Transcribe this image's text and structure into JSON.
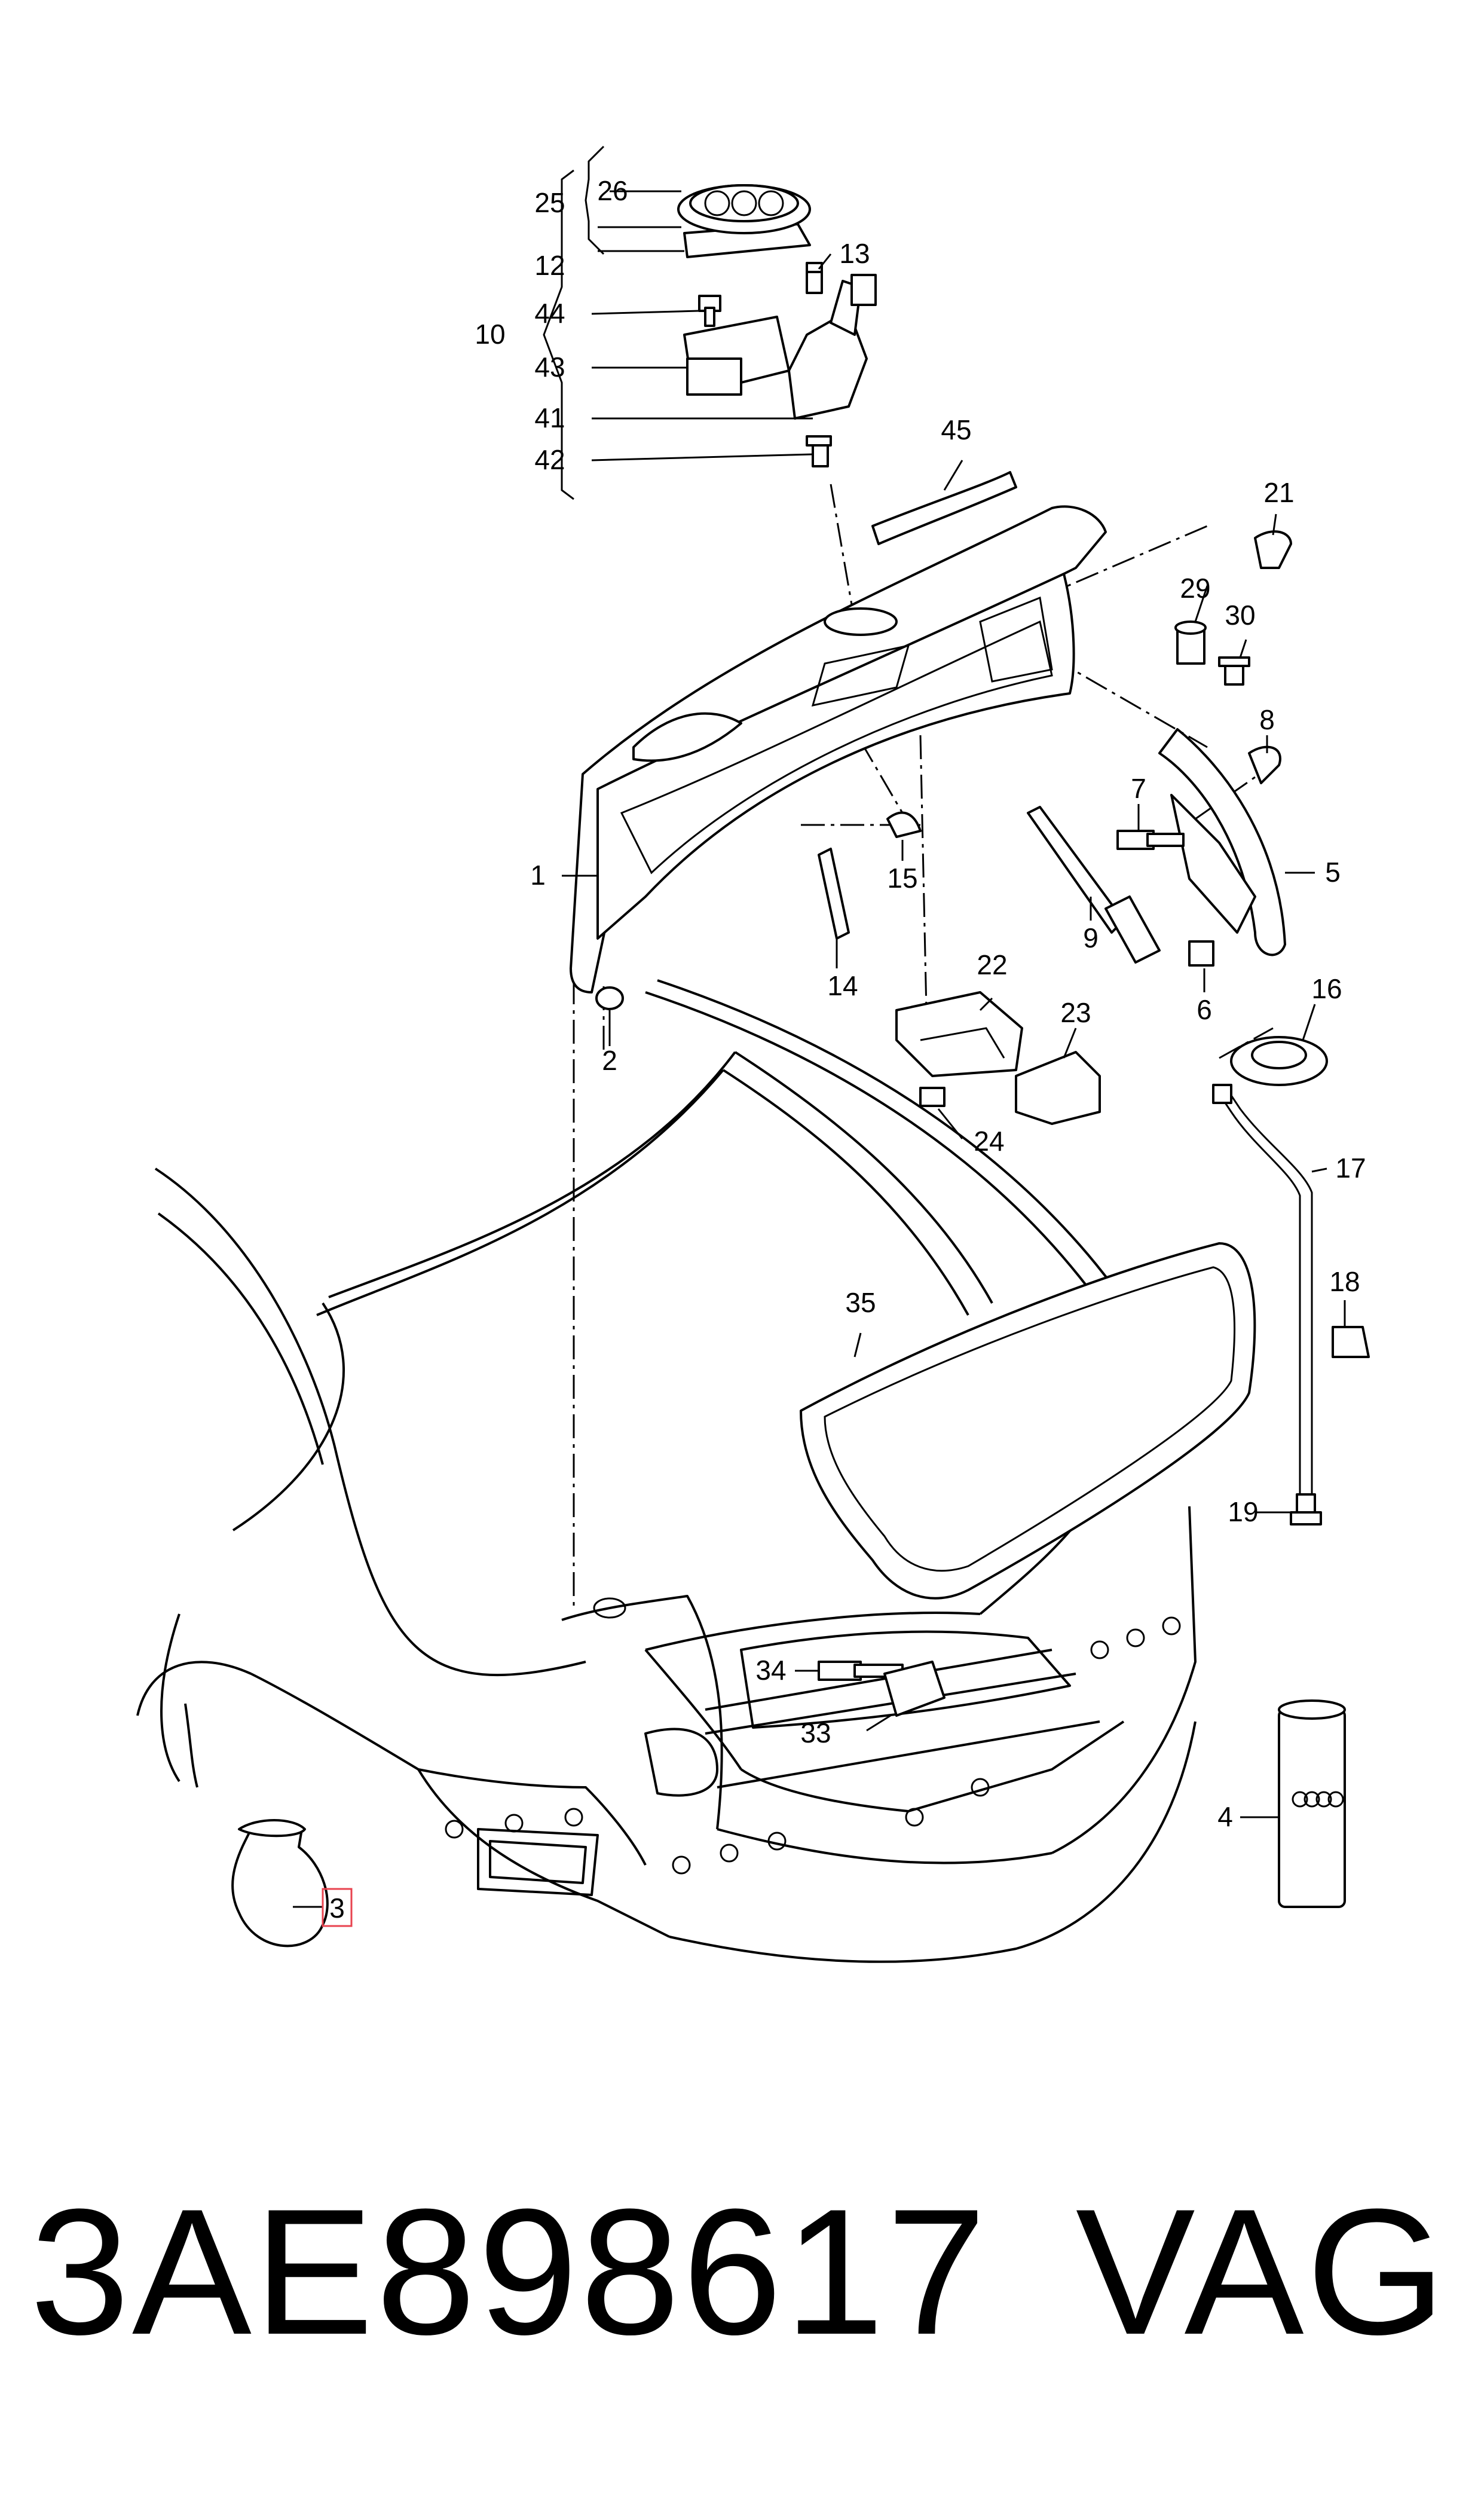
{
  "callouts": {
    "c1": "1",
    "c2": "2",
    "c3": "3",
    "c4": "4",
    "c5": "5",
    "c6": "6",
    "c7": "7",
    "c8": "8",
    "c9": "9",
    "c10": "10",
    "c12": "12",
    "c13": "13",
    "c14": "14",
    "c15": "15",
    "c16": "16",
    "c17": "17",
    "c18": "18",
    "c19": "19",
    "c21": "21",
    "c22": "22",
    "c23": "23",
    "c24": "24",
    "c25": "25",
    "c26": "26",
    "c29": "29",
    "c30": "30",
    "c33": "33",
    "c34": "34",
    "c35": "35",
    "c41": "41",
    "c42": "42",
    "c43": "43",
    "c44": "44",
    "c45": "45"
  },
  "highlight_color": "#e8434f",
  "footer": {
    "part_number": "3AE898617",
    "brand": "VAG"
  }
}
